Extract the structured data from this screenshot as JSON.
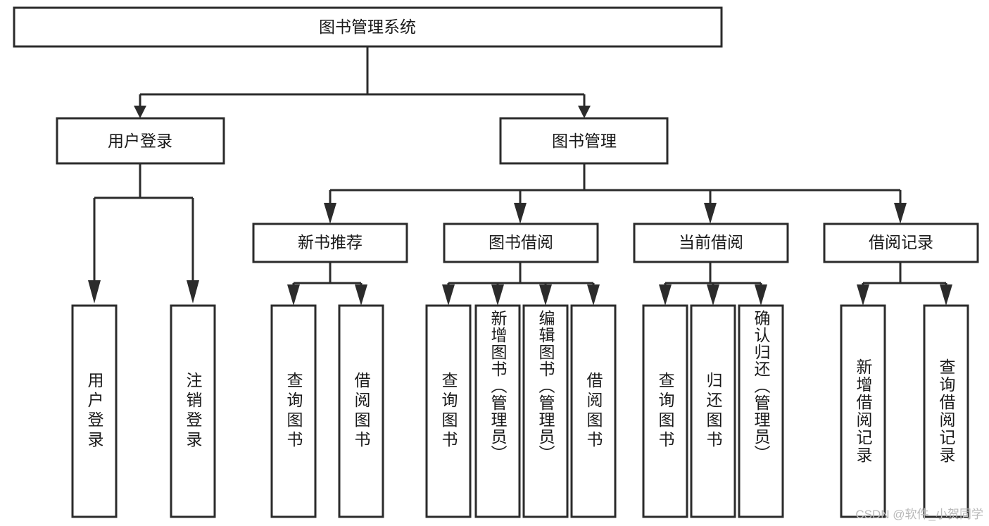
{
  "diagram": {
    "type": "tree",
    "title": "图书管理系统",
    "watermark": "CSDN @软件_小贺同学",
    "nodes": {
      "root": {
        "label": "图书管理系统",
        "level": 1
      },
      "user_login": {
        "label": "用户登录",
        "level": 2
      },
      "book_manage": {
        "label": "图书管理",
        "level": 2
      },
      "new_book_rec": {
        "label": "新书推荐",
        "level": 3
      },
      "book_borrow": {
        "label": "图书借阅",
        "level": 3
      },
      "current_borrow": {
        "label": "当前借阅",
        "level": 3
      },
      "borrow_record": {
        "label": "借阅记录",
        "level": 3
      },
      "leaf_user_login": {
        "label": "用户登录",
        "level": 4
      },
      "leaf_logout": {
        "label": "注销登录",
        "level": 4
      },
      "leaf_query_book_1": {
        "label": "查询图书",
        "level": 4
      },
      "leaf_borrow_book_1": {
        "label": "借阅图书",
        "level": 4
      },
      "leaf_query_book_2": {
        "label": "查询图书",
        "level": 4
      },
      "leaf_add_book": {
        "label": "新增图书（管理员）",
        "level": 4
      },
      "leaf_edit_book": {
        "label": "编辑图书（管理员）",
        "level": 4
      },
      "leaf_borrow_book_2": {
        "label": "借阅图书",
        "level": 4
      },
      "leaf_query_book_3": {
        "label": "查询图书",
        "level": 4
      },
      "leaf_return_book": {
        "label": "归还图书",
        "level": 4
      },
      "leaf_confirm_return": {
        "label": "确认归还（管理员）",
        "level": 4
      },
      "leaf_add_record": {
        "label": "新增借阅记录",
        "level": 4
      },
      "leaf_query_record": {
        "label": "查询借阅记录",
        "level": 4
      }
    },
    "edges": [
      {
        "from": "root",
        "to": "user_login"
      },
      {
        "from": "root",
        "to": "book_manage"
      },
      {
        "from": "user_login",
        "to": "leaf_user_login"
      },
      {
        "from": "user_login",
        "to": "leaf_logout"
      },
      {
        "from": "book_manage",
        "to": "new_book_rec"
      },
      {
        "from": "book_manage",
        "to": "book_borrow"
      },
      {
        "from": "book_manage",
        "to": "current_borrow"
      },
      {
        "from": "book_manage",
        "to": "borrow_record"
      },
      {
        "from": "new_book_rec",
        "to": "leaf_query_book_1"
      },
      {
        "from": "new_book_rec",
        "to": "leaf_borrow_book_1"
      },
      {
        "from": "book_borrow",
        "to": "leaf_query_book_2"
      },
      {
        "from": "book_borrow",
        "to": "leaf_add_book"
      },
      {
        "from": "book_borrow",
        "to": "leaf_edit_book"
      },
      {
        "from": "book_borrow",
        "to": "leaf_borrow_book_2"
      },
      {
        "from": "current_borrow",
        "to": "leaf_query_book_3"
      },
      {
        "from": "current_borrow",
        "to": "leaf_return_book"
      },
      {
        "from": "current_borrow",
        "to": "leaf_confirm_return"
      },
      {
        "from": "borrow_record",
        "to": "leaf_add_record"
      },
      {
        "from": "borrow_record",
        "to": "leaf_query_record"
      }
    ],
    "colors": {
      "stroke": "#2b2b2b",
      "fill": "#ffffff",
      "text": "#1a1a1a",
      "watermark": "#b9b9b9"
    }
  }
}
